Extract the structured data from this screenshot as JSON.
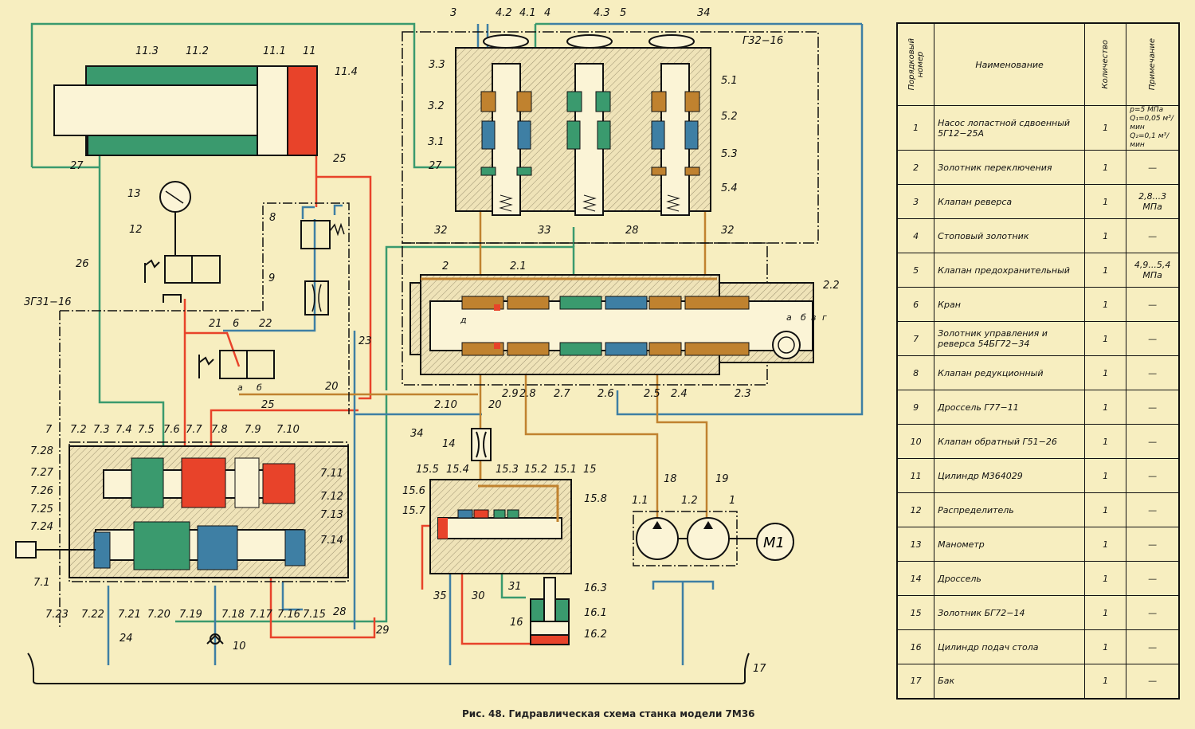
{
  "caption": "Рис. 48. Гидравлическая схема станка модели 7М36",
  "colors": {
    "background": "#f7eec0",
    "pressure_red": "#e8432a",
    "drain_blue": "#3e7fa4",
    "green": "#3a9a6e",
    "brown": "#c0822f",
    "outline": "#111111"
  },
  "units": {
    "g32": "Г32−16",
    "g31": "3Г31−16"
  },
  "labels": {
    "cyl11": [
      "11.3",
      "11.2",
      "11.1",
      "11",
      "11.4"
    ],
    "valve_block": [
      "3",
      "4.2",
      "4.1",
      "4",
      "4.3",
      "5",
      "34",
      "3.3",
      "3.2",
      "3.1",
      "27",
      "5.1",
      "5.2",
      "5.3",
      "5.4",
      "32",
      "33",
      "28",
      "32"
    ],
    "switch2": [
      "2",
      "2.1",
      "2.2",
      "д",
      "а",
      "б",
      "в",
      "г",
      "2.10",
      "2.9",
      "2.8",
      "2.7",
      "2.6",
      "2.5",
      "2.4",
      "2.3"
    ],
    "left_mid": [
      "27",
      "25",
      "13",
      "12",
      "8",
      "9",
      "26",
      "21",
      "6",
      "22",
      "23",
      "а",
      "б",
      "20",
      "25",
      "20",
      "34"
    ],
    "ctrl7_top": [
      "7",
      "7.2",
      "7.3",
      "7.4",
      "7.5",
      "7.6",
      "7.7",
      "7.8",
      "7.9",
      "7.10"
    ],
    "ctrl7_left": [
      "7.28",
      "7.27",
      "7.26",
      "7.25",
      "7.24",
      "7.1"
    ],
    "ctrl7_right": [
      "7.11",
      "7.12",
      "7.13",
      "7.14"
    ],
    "ctrl7_bottom": [
      "7.23",
      "7.22",
      "7.21",
      "7.20",
      "7.19",
      "7.18",
      "7.17",
      "7.16",
      "7.15",
      "28"
    ],
    "bottom_misc": [
      "24",
      "10",
      "29",
      "17",
      "35",
      "30",
      "31",
      "14"
    ],
    "spool15": [
      "15.5",
      "15.4",
      "15.3",
      "15.2",
      "15.1",
      "15",
      "15.6",
      "15.7",
      "15.8"
    ],
    "cyl16": [
      "16.3",
      "16.1",
      "16.2",
      "16"
    ],
    "pump": [
      "18",
      "19",
      "1.1",
      "1.2",
      "1",
      "M1"
    ]
  },
  "table": {
    "headers": {
      "num": "Порядковый\nномер",
      "name": "Наименование",
      "qty": "Количество",
      "note": "Примечание"
    },
    "rows": [
      {
        "num": "1",
        "name": "Насос лопастной сдвоенный 5Г12−25А",
        "qty": "1",
        "note": "p=5 МПа\nQ₁=0,05 м³/мин\nQ₂=0,1 м³/мин"
      },
      {
        "num": "2",
        "name": "Золотник переключения",
        "qty": "1",
        "note": "—"
      },
      {
        "num": "3",
        "name": "Клапан реверса",
        "qty": "1",
        "note": "2,8...3 МПа"
      },
      {
        "num": "4",
        "name": "Стоповый золотник",
        "qty": "1",
        "note": "—"
      },
      {
        "num": "5",
        "name": "Клапан предохранительный",
        "qty": "1",
        "note": "4,9...5,4 МПа"
      },
      {
        "num": "6",
        "name": "Кран",
        "qty": "1",
        "note": "—"
      },
      {
        "num": "7",
        "name": "Золотник управления и реверса 54БГ72−34",
        "qty": "1",
        "note": "—"
      },
      {
        "num": "8",
        "name": "Клапан редукционный",
        "qty": "1",
        "note": "—"
      },
      {
        "num": "9",
        "name": "Дроссель Г77−11",
        "qty": "1",
        "note": "—"
      },
      {
        "num": "10",
        "name": "Клапан обратный Г51−26",
        "qty": "1",
        "note": "—"
      },
      {
        "num": "11",
        "name": "Цилиндр М364029",
        "qty": "1",
        "note": "—"
      },
      {
        "num": "12",
        "name": "Распределитель",
        "qty": "1",
        "note": "—"
      },
      {
        "num": "13",
        "name": "Манометр",
        "qty": "1",
        "note": "—"
      },
      {
        "num": "14",
        "name": "Дроссель",
        "qty": "1",
        "note": "—"
      },
      {
        "num": "15",
        "name": "Золотник БГ72−14",
        "qty": "1",
        "note": "—"
      },
      {
        "num": "16",
        "name": "Цилиндр подач стола",
        "qty": "1",
        "note": "—"
      },
      {
        "num": "17",
        "name": "Бак",
        "qty": "1",
        "note": "—"
      }
    ]
  }
}
